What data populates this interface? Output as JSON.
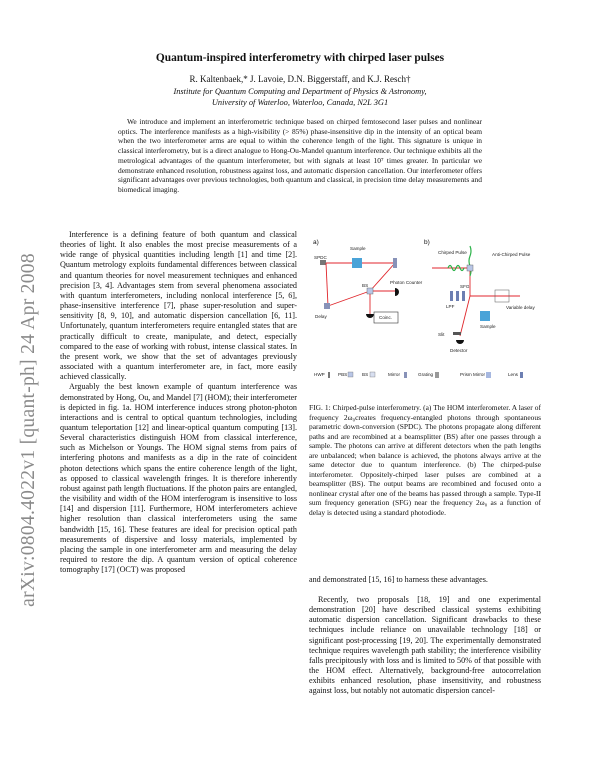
{
  "sidebar": {
    "arxiv_id": "arXiv:0804.4022v1  [quant-ph]  24 Apr 2008"
  },
  "header": {
    "title": "Quantum-inspired interferometry with chirped laser pulses",
    "authors": "R. Kaltenbaek,* J. Lavoie, D.N. Biggerstaff, and K.J. Resch†",
    "affiliation_line1": "Institute for Quantum Computing and Department of Physics & Astronomy,",
    "affiliation_line2": "University of Waterloo, Waterloo, Canada, N2L 3G1"
  },
  "abstract": "We introduce and implement an interferometric technique based on chirped femtosecond laser pulses and nonlinear optics. The interference manifests as a high-visibility (> 85%) phase-insensitive dip in the intensity of an optical beam when the two interferometer arms are equal to within the coherence length of the light. This signature is unique in classical interferometry, but is a direct analogue to Hong-Ou-Mandel quantum interference. Our technique exhibits all the metrological advantages of the quantum interferometer, but with signals at least 10⁷ times greater. In particular we demonstrate enhanced resolution, robustness against loss, and automatic dispersion cancellation. Our interferometer offers significant advantages over previous technologies, both quantum and classical, in precision time delay measurements and biomedical imaging.",
  "left_column": [
    "Interference is a defining feature of both quantum and classical theories of light. It also enables the most precise measurements of a wide range of physical quantities including length [1] and time [2]. Quantum metrology exploits fundamental differences between classical and quantum theories for novel measurement techniques and enhanced precision [3, 4]. Advantages stem from several phenomena associated with quantum interferometers, including nonlocal interference [5, 6], phase-insensitive interference [7], phase super-resolution and super-sensitivity [8, 9, 10], and automatic dispersion cancellation [6, 11]. Unfortunately, quantum interferometers require entangled states that are practically difficult to create, manipulate, and detect, especially compared to the ease of working with robust, intense classical states. In the present work, we show that the set of advantages previously associated with a quantum interferometer are, in fact, more easily achieved classically.",
    "Arguably the best known example of quantum interference was demonstrated by Hong, Ou, and Mandel [7] (HOM); their interferometer is depicted in fig. 1a. HOM interference induces strong photon-photon interactions and is central to optical quantum technologies, including quantum teleportation [12] and linear-optical quantum computing [13]. Several characteristics distinguish HOM from classical interference, such as Michelson or Youngs. The HOM signal stems from pairs of interfering photons and manifests as a dip in the rate of coincident photon detections which spans the entire coherence length of the light, as opposed to classical wavelength fringes. It is therefore inherently robust against path length fluctuations. If the photon pairs are entangled, the visibility and width of the HOM interferogram is insensitive to loss [14] and dispersion [11]. Furthermore, HOM interferometers achieve higher resolution than classical interferometers using the same bandwidth [15, 16]. These features are ideal for precision optical path measurements of dispersive and lossy materials, implemented by placing the sample in one interferometer arm and measuring the delay required to restore the dip. A quantum version of optical coherence tomography [17] (OCT) was proposed"
  ],
  "figure": {
    "panel_a": "a)",
    "panel_b": "b)",
    "labels": {
      "spdc": "SPDC",
      "sample_a": "Sample",
      "bs": "BS",
      "photon_counter": "Photon Counter",
      "delay": "Delay",
      "coinc": "Coinc.",
      "chirped_pulse": "Chirped Pulse",
      "anti_chirped_pulse": "Anti-Chirped Pulse",
      "sfg": "SFG",
      "lpf": "LPF",
      "variable_delay": "Variable delay",
      "sample_b": "Sample",
      "slit": "Slit",
      "detector": "Detector"
    },
    "legend": [
      "HWP",
      "PBS",
      "BS",
      "Mirror",
      "Grating",
      "Prism Mirror",
      "Lens"
    ],
    "colors": {
      "beam": "#e0262c",
      "sample": "#4aa3d8",
      "green": "#2db34a",
      "optic": "#6d7fb2"
    }
  },
  "caption": "FIG. 1: Chirped-pulse interferometry. (a) The HOM interferometer. A laser of frequency 2ω₀creates frequency-entangled photons through spontaneous parametric down-conversion (SPDC). The photons propagate along different paths and are recombined at a beamsplitter (BS) after one passes through a sample. The photons can arrive at different detectors when the path lengths are unbalanced; when balance is achieved, the photons always arrive at the same detector due to quantum interference. (b) The chirped-pulse interferometer. Oppositely-chirped laser pulses are combined at a beamsplitter (BS). The output beams are recombined and focused onto a nonlinear crystal after one of the beams has passed through a sample. Type-II sum frequency generation (SFG) near the frequency 2ω₀ as a function of delay is detected using a standard photodiode.",
  "right_column_continuation": "and demonstrated [15, 16] to harness these advantages.",
  "right_column_paragraph": "Recently, two proposals [18, 19] and one experimental demonstration [20] have described classical systems exhibiting automatic dispersion cancellation. Significant drawbacks to these techniques include reliance on unavailable technology [18] or significant post-processing [19, 20]. The experimentally demonstrated technique requires wavelength path stability; the interference visibility falls precipitously with loss and is limited to 50% of that possible with the HOM effect. Alternatively, background-free autocorrelation exhibits enhanced resolution, phase insensitivity, and robustness against loss, but notably not automatic dispersion cancel-"
}
